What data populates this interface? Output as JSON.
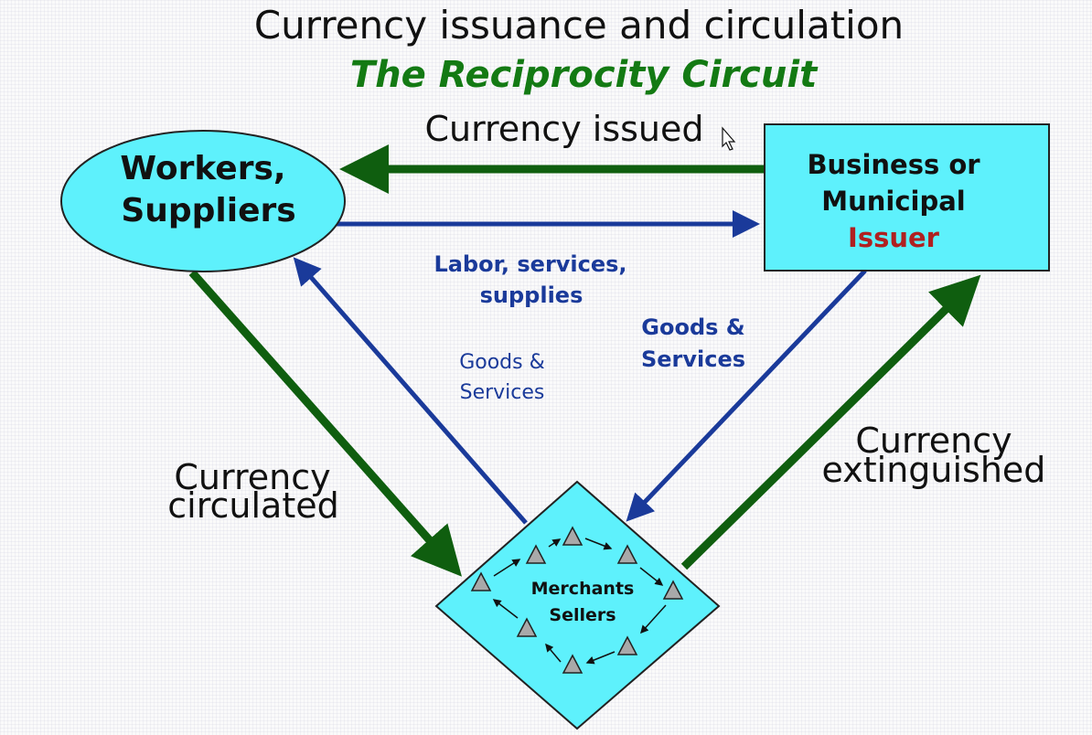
{
  "title": "Currency issuance and circulation",
  "subtitle": "The Reciprocity Circuit",
  "nodes": {
    "workers": {
      "line1": "Workers,",
      "line2": "Suppliers"
    },
    "issuer": {
      "line1": "Business or",
      "line2": "Municipal",
      "line3": "Issuer"
    },
    "merchants": {
      "line1": "Merchants",
      "line2": "Sellers"
    }
  },
  "flows": {
    "currency_issued": "Currency issued",
    "labor": {
      "line1": "Labor, services,",
      "line2": "supplies"
    },
    "goods_left": {
      "line1": "Goods &",
      "line2": "Services"
    },
    "goods_right": {
      "line1": "Goods &",
      "line2": "Services"
    },
    "circulated": {
      "line1": "Currency",
      "line2": "circulated"
    },
    "extinguished": {
      "line1": "Currency",
      "line2": "extinguished"
    }
  },
  "colors": {
    "node_fill": "#5ef1fc",
    "currency_arrow": "#0f5e0f",
    "goods_arrow": "#1a3a9a",
    "issuer_accent": "#b02020",
    "subtitle": "#137a13"
  }
}
